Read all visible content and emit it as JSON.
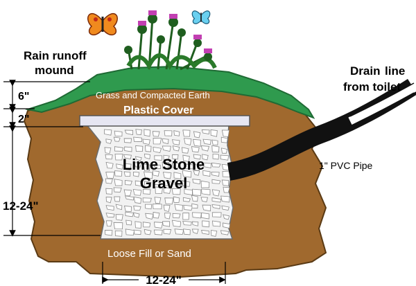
{
  "labels": {
    "rain_runoff_line1": "Rain runoff",
    "rain_runoff_line2": "mound",
    "drain_line1": "Drain",
    "drain_line2": "line",
    "drain_line3": "from toilet",
    "grass": "Grass and Compacted Earth",
    "plastic": "Plastic Cover",
    "gravel_line1": "Lime Stone",
    "gravel_line2": "Gravel",
    "pipe": "1\" PVC Pipe",
    "fill": "Loose Fill or Sand"
  },
  "dimensions": {
    "mound": "6\"",
    "cover": "2\"",
    "depth": "12-24\"",
    "width": "12-24\""
  },
  "colors": {
    "soil": "#a0692e",
    "soil_dark": "#7a4d1e",
    "grass": "#2f9a4e",
    "gravel": "#f2f2f2",
    "gravel_stroke": "#8a8a8a",
    "plastic": "#e6e6f2",
    "pipe": "#111111",
    "butterfly_orange": "#f08a1e",
    "butterfly_blue": "#6ad0f0",
    "thistle_purple": "#c23fb2"
  },
  "icons": [
    "butterfly-icon",
    "thistle-plant-icon",
    "dimension-arrow-icon"
  ]
}
